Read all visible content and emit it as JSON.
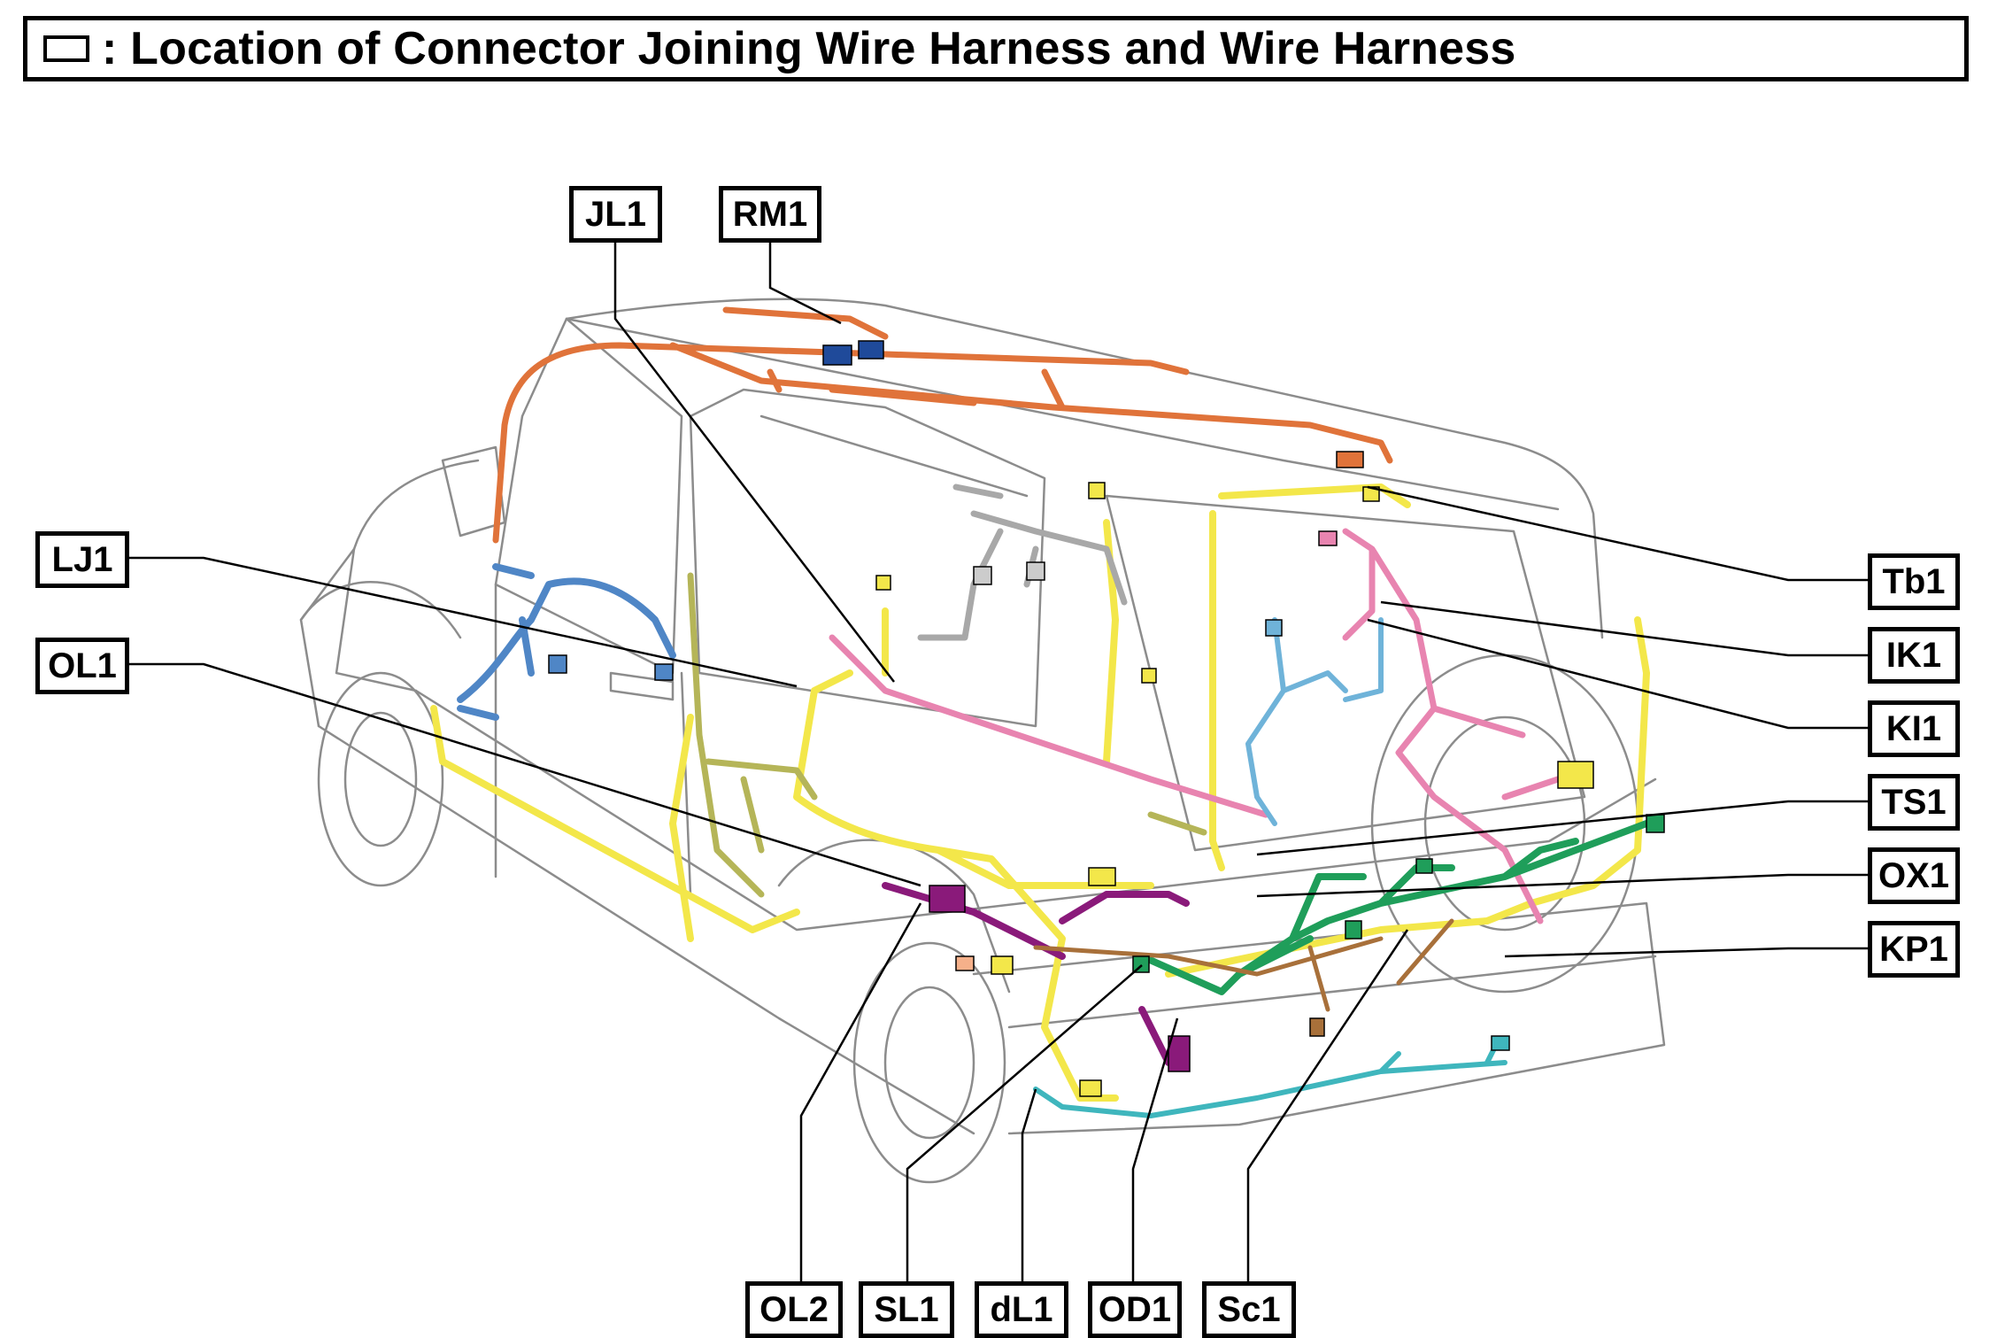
{
  "title": {
    "icon": "connector-box-icon",
    "text": ": Location of Connector Joining Wire Harness and Wire Harness"
  },
  "labels": {
    "JL1": "JL1",
    "RM1": "RM1",
    "LJ1": "LJ1",
    "OL1": "OL1",
    "Tb1": "Tb1",
    "IK1": "IK1",
    "KI1": "KI1",
    "TS1": "TS1",
    "OX1": "OX1",
    "KP1": "KP1",
    "OL2": "OL2",
    "SL1": "SL1",
    "dL1": "dL1",
    "OD1": "OD1",
    "Sc1": "Sc1"
  },
  "colors": {
    "roof_harness": "#e0733a",
    "front_left_harness": "#4f86c6",
    "floor_harness": "#f3e74a",
    "olive_harness": "#b5b558",
    "pink_harness": "#e884b0",
    "green_harness": "#1f9e5a",
    "purple_harness": "#8a1a7a",
    "gray_harness": "#a8a8a8",
    "light_blue_harness": "#6fb3d9",
    "teal_harness": "#3fb6bd",
    "brown_harness": "#a8703a",
    "car_outline": "#8c8c8c"
  }
}
